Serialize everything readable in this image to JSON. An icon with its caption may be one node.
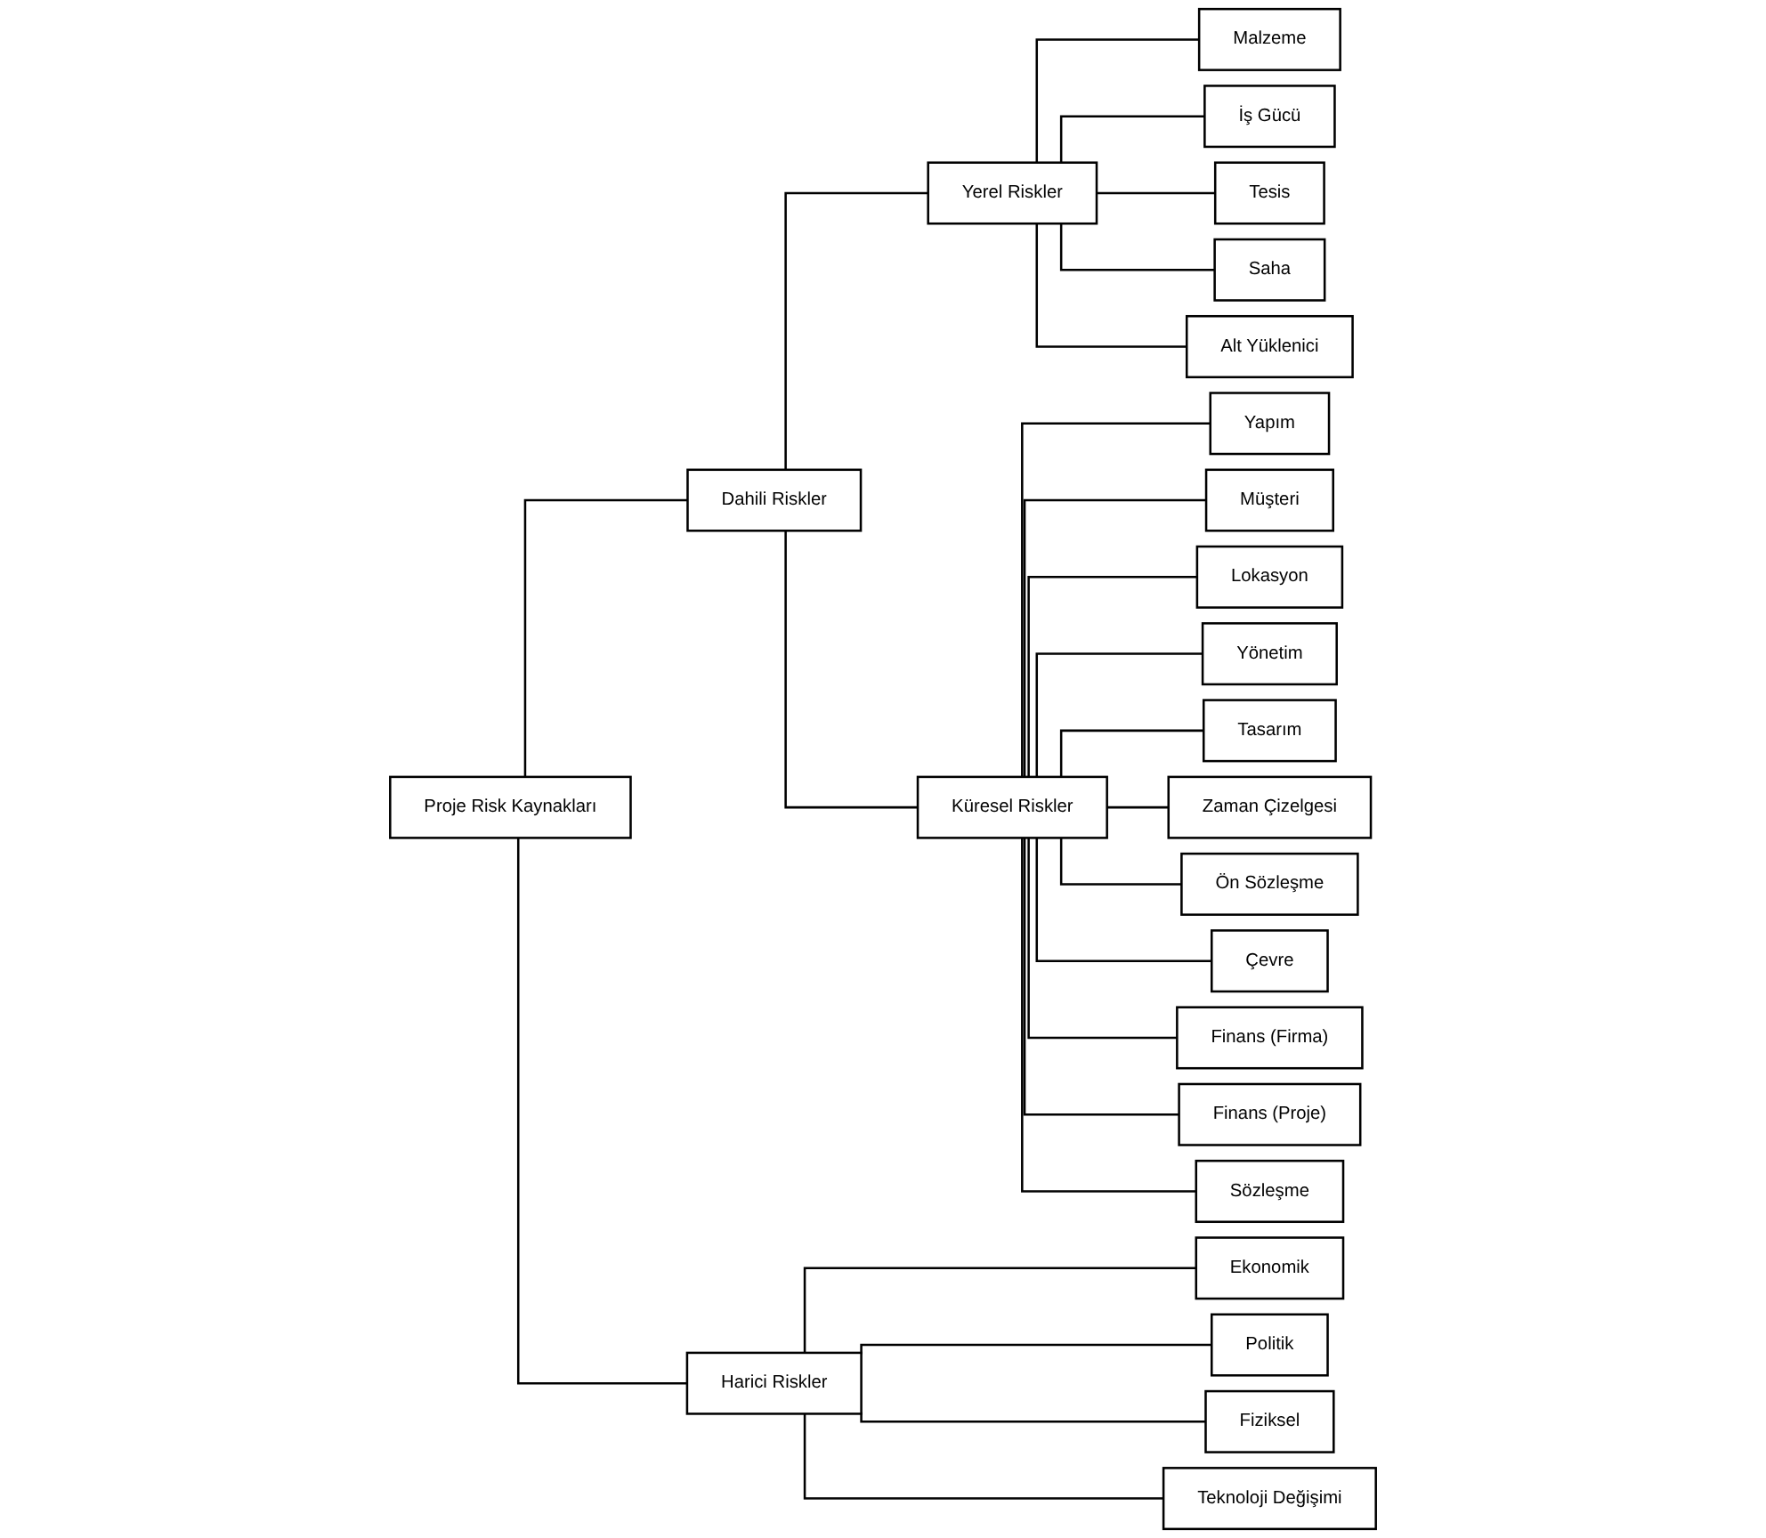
{
  "diagram": {
    "nodes": [
      {
        "text": [
          "Proje Risk Kaynakları"
        ]
      },
      {
        "text": [
          "Dahili Riskler"
        ]
      },
      {
        "text": [
          "Harici Riskler"
        ]
      },
      {
        "text": [
          "Yerel Riskler"
        ]
      },
      {
        "text": [
          "Küresel Riskler"
        ]
      },
      {
        "text": [
          "Ekonomik"
        ]
      },
      {
        "text": [
          "Politik"
        ]
      },
      {
        "text": [
          "Fiziksel"
        ]
      },
      {
        "text": [
          "Teknoloji Değişimi"
        ]
      },
      {
        "text": [
          "Malzeme"
        ]
      },
      {
        "text": [
          "İş Gücü"
        ]
      },
      {
        "text": [
          "Yapım"
        ]
      },
      {
        "text": [
          "Müşteri"
        ]
      },
      {
        "text": [
          "Tesis"
        ]
      },
      {
        "text": [
          "Saha"
        ]
      },
      {
        "text": [
          "Lokasyon"
        ]
      },
      {
        "text": [
          "Yönetim"
        ]
      },
      {
        "text": [
          "Alt Yüklenici"
        ]
      },
      {
        "text": [
          "Tasarım"
        ]
      },
      {
        "text": [
          "Zaman Çizelgesi"
        ]
      },
      {
        "text": [
          "Ön Sözleşme"
        ]
      },
      {
        "text": [
          "Çevre"
        ]
      },
      {
        "text": [
          "Finans (Firma)"
        ]
      },
      {
        "text": [
          "Finans (Proje)"
        ]
      },
      {
        "text": [
          "Sözleşme"
        ]
      }
    ],
    "edges": [
      {
        "from": 0,
        "to": 1,
        "arrow": "none"
      },
      {
        "from": 0,
        "to": 2,
        "arrow": "none"
      },
      {
        "from": 1,
        "to": 3,
        "arrow": "none"
      },
      {
        "from": 1,
        "to": 4,
        "arrow": "none"
      },
      {
        "from": 2,
        "to": 5,
        "arrow": "none"
      },
      {
        "from": 2,
        "to": 6,
        "arrow": "none"
      },
      {
        "from": 2,
        "to": 7,
        "arrow": "none"
      },
      {
        "from": 2,
        "to": 8,
        "arrow": "none"
      },
      {
        "from": 3,
        "to": 9,
        "arrow": "none"
      },
      {
        "from": 3,
        "to": 10,
        "arrow": "none"
      },
      {
        "from": 3,
        "to": 13,
        "arrow": "none"
      },
      {
        "from": 3,
        "to": 14,
        "arrow": "none"
      },
      {
        "from": 3,
        "to": 17,
        "arrow": "none"
      },
      {
        "from": 4,
        "to": 11,
        "arrow": "none"
      },
      {
        "from": 4,
        "to": 12,
        "arrow": "none"
      },
      {
        "from": 4,
        "to": 15,
        "arrow": "none"
      },
      {
        "from": 4,
        "to": 16,
        "arrow": "none"
      },
      {
        "from": 4,
        "to": 18,
        "arrow": "none"
      },
      {
        "from": 4,
        "to": 19,
        "arrow": "none"
      },
      {
        "from": 4,
        "to": 20,
        "arrow": "none"
      },
      {
        "from": 4,
        "to": 21,
        "arrow": "none"
      },
      {
        "from": 4,
        "to": 22,
        "arrow": "none"
      },
      {
        "from": 4,
        "to": 23,
        "arrow": "none"
      },
      {
        "from": 4,
        "to": 24,
        "arrow": "none"
      }
    ]
  }
}
